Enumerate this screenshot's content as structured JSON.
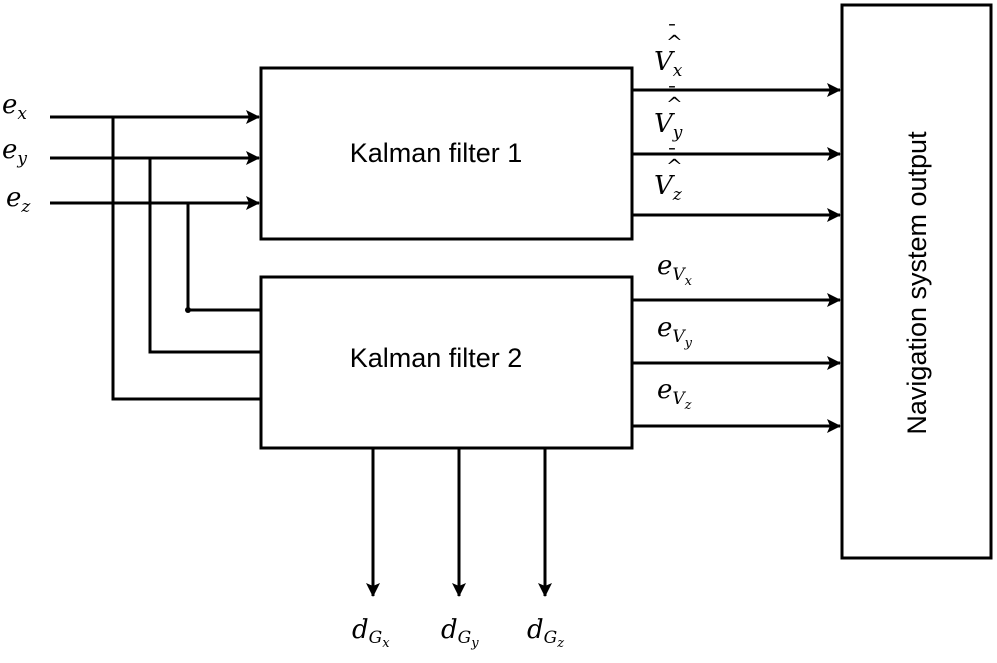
{
  "blocks": {
    "kalman_filter_1": "Kalman filter 1",
    "kalman_filter_2": "Kalman filter 2",
    "navigation_output": "Navigation system output"
  },
  "inputs": [
    {
      "base": "e",
      "sub": "x"
    },
    {
      "base": "e",
      "sub": "y"
    },
    {
      "base": "e",
      "sub": "z"
    }
  ],
  "velocity_estimates": [
    {
      "base": "V",
      "hat": "^",
      "bar": "¯",
      "sub": "x"
    },
    {
      "base": "V",
      "hat": "^",
      "bar": "¯",
      "sub": "y"
    },
    {
      "base": "V",
      "hat": "^",
      "bar": "¯",
      "sub": "z"
    }
  ],
  "velocity_errors": [
    {
      "base": "e",
      "sub": "V",
      "subsub": "x"
    },
    {
      "base": "e",
      "sub": "V",
      "subsub": "y"
    },
    {
      "base": "e",
      "sub": "V",
      "subsub": "z"
    }
  ],
  "gyro_drifts": [
    {
      "base": "d",
      "sub": "G",
      "subsub": "x"
    },
    {
      "base": "d",
      "sub": "G",
      "subsub": "y"
    },
    {
      "base": "d",
      "sub": "G",
      "subsub": "z"
    }
  ]
}
